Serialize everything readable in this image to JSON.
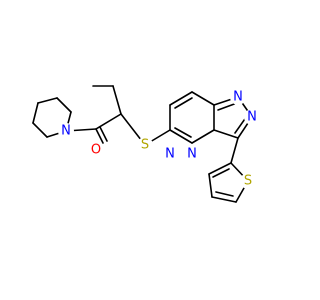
{
  "molecule": {
    "colors": {
      "bond": "#000000",
      "N": "#0000ff",
      "O": "#ff0000",
      "S": "#b2a600"
    },
    "atoms": [
      {
        "id": "n-piperidine",
        "label": "N",
        "element": "N"
      },
      {
        "id": "o-carbonyl",
        "label": "O",
        "element": "O"
      },
      {
        "id": "s-thioether",
        "label": "S",
        "element": "S"
      },
      {
        "id": "n-pyridazine-1",
        "label": "N",
        "element": "N"
      },
      {
        "id": "n-pyridazine-2",
        "label": "N",
        "element": "N"
      },
      {
        "id": "n-triazole-1",
        "label": "N",
        "element": "N"
      },
      {
        "id": "n-triazole-2",
        "label": "N",
        "element": "N"
      },
      {
        "id": "s-thiophene",
        "label": "S",
        "element": "S"
      }
    ]
  }
}
